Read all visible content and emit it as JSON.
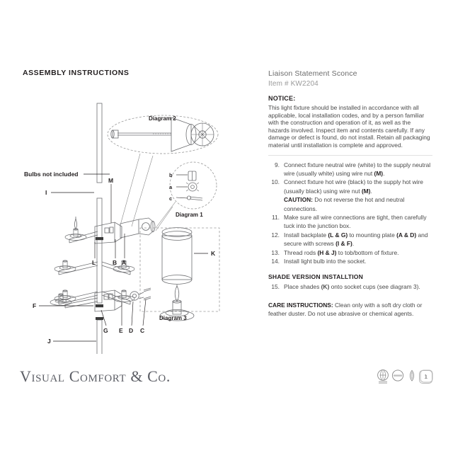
{
  "document": {
    "assembly_heading": "ASSEMBLY INSTRUCTIONS",
    "product_name": "Liaison Statement Sconce",
    "item_number": "Item # KW2204"
  },
  "notice": {
    "heading": "NOTICE:",
    "body": "This light fixture should be installed in accordance with all applicable, local installation codes, and by a person familiar with the construction and operation of it, as well as the hazards involved. Inspect item and contents carefully. If any damage or defect is found, do not install. Retain all packaging material until installation is complete and approved."
  },
  "steps": [
    {
      "num": "9.",
      "text": "Connect fixture neutral wire (white) to the supply neutral wire (usually white) using wire nut ",
      "bold": "(M)",
      "after": "."
    },
    {
      "num": "10.",
      "text": "Connect fixture hot wire (black) to the supply hot wire (usually black) using wire nut ",
      "bold": "(M)",
      "after": "."
    },
    {
      "num": "11.",
      "text": "Make sure all wire connections are tight, then carefully tuck into the junction box.",
      "bold": "",
      "after": ""
    },
    {
      "num": "12.",
      "text": "Install backplate ",
      "bold": "(L & G)",
      "after": " to mounting plate ",
      "bold2": "(A & D)",
      "after2": " and secure with screws ",
      "bold3": "(I & F)",
      "after3": "."
    },
    {
      "num": "13.",
      "text": "Thread rods ",
      "bold": "(H & J)",
      "after": " to tob/bottom of fixture."
    },
    {
      "num": "14.",
      "text": "Install light bulb into the socket.",
      "bold": "",
      "after": ""
    }
  ],
  "caution": {
    "label": "CAUTION:",
    "text": " Do not reverse the hot and neutral connections."
  },
  "shade_section": {
    "heading": "SHADE VERSION INSTALLTION",
    "step_num": "15.",
    "step_text_before": "Place shades ",
    "step_bold": "(K)",
    "step_text_after": " onto socket cups (see diagram 3)."
  },
  "care": {
    "label": "CARE INSTRUCTIONS:",
    "text": " Clean only with a soft dry cloth or feather duster. Do not use abrasive or chemical agents."
  },
  "diagram": {
    "note_bulbs": "Bulbs not included",
    "caption_d1": "Diagram 1",
    "caption_d2": "Diagram 2",
    "caption_d3": "Diagram 3",
    "labels": {
      "I": "I",
      "M": "M",
      "L": "L",
      "B": "B",
      "A": "A",
      "F": "F",
      "G": "G",
      "E": "E",
      "D": "D",
      "C": "C",
      "J": "J",
      "K": "K",
      "a": "a",
      "b": "b",
      "c": "c"
    }
  },
  "footer": {
    "brand": "Visual Comfort & Co.",
    "page_number": "1",
    "marks": [
      "etl-listed-mark",
      "damp-rated-mark",
      "bulb-mark",
      "page-number-mark"
    ]
  },
  "colors": {
    "text_dark": "#231f20",
    "text_body": "#4a4a4a",
    "text_muted": "#9a9a9a",
    "line": "#6d6e71",
    "brand": "#5d5f66"
  }
}
